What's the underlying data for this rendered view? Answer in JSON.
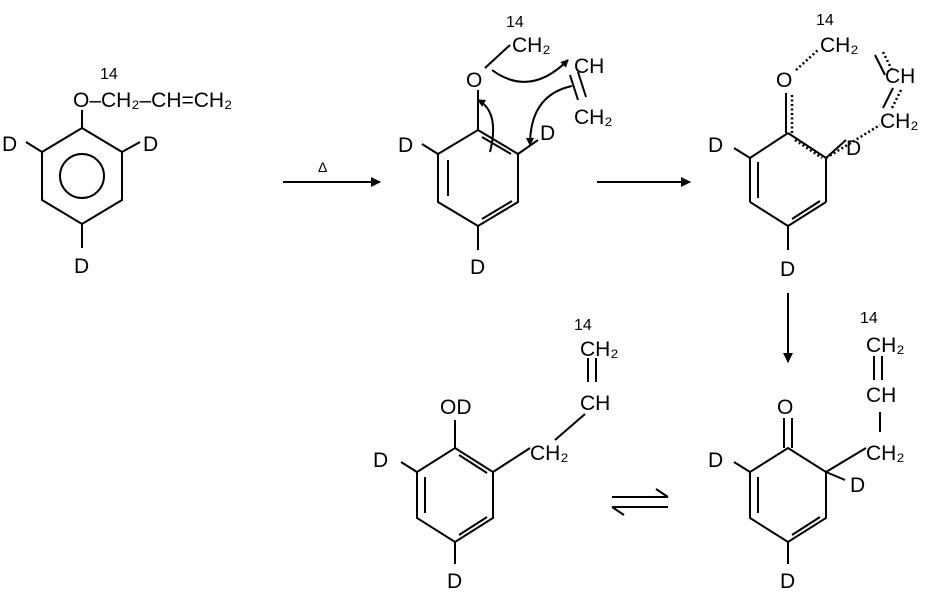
{
  "title": "Claisen rearrangement of 14C-labelled allyl aryl ether (deuterated)",
  "labels": {
    "isotope": "14",
    "O": "O",
    "OD": "OD",
    "D": "D",
    "CH2": "CH₂",
    "CH": "CH",
    "side_chain_start": "O–CH₂–CH=CH₂",
    "heat": "Δ"
  },
  "steps": [
    {
      "name": "starting-ether",
      "description_text": ""
    },
    {
      "name": "cyclic-transition-arrows"
    },
    {
      "name": "transition-state"
    },
    {
      "name": "dienone-intermediate"
    },
    {
      "name": "phenol-product"
    }
  ]
}
